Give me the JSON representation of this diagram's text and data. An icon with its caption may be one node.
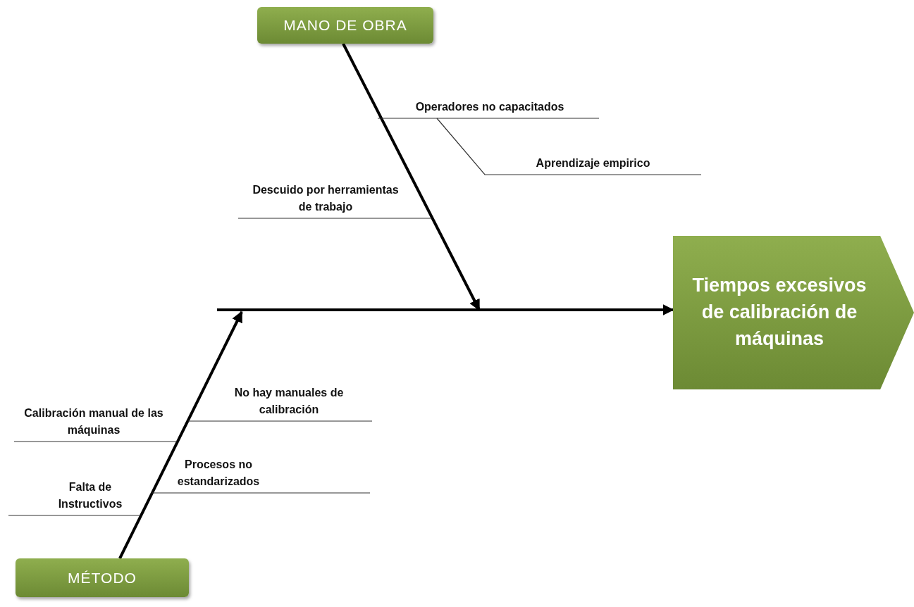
{
  "diagram": {
    "nodes": [
      {
        "text": [
          "MANO DE OBRA"
        ]
      },
      {
        "text": [
          "MÉTODO"
        ]
      },
      {
        "text": [
          "Tiempos excesivos de calibración de máquinas"
        ]
      },
      {
        "text": [
          "Operadores no capacitados"
        ]
      },
      {
        "text": [
          "Aprendizaje empirico"
        ]
      },
      {
        "text": [
          "Descuido por herramientas de trabajo"
        ]
      },
      {
        "text": [
          "No hay manuales de calibración"
        ]
      },
      {
        "text": [
          "Calibración manual de las máquinas"
        ]
      },
      {
        "text": [
          "Procesos no estandarizados"
        ]
      },
      {
        "text": [
          "Falta de Instructivos"
        ]
      }
    ],
    "edges": [
      {
        "from": null,
        "to": 2,
        "arrow": "to",
        "style": "thick"
      },
      {
        "from": 0,
        "to": null,
        "arrow": "to",
        "style": "thick"
      },
      {
        "from": 1,
        "to": null,
        "arrow": "to",
        "style": "thick"
      },
      {
        "from": 3,
        "to": null,
        "arrow": "none"
      },
      {
        "from": 4,
        "to": 3,
        "arrow": "none"
      },
      {
        "from": 5,
        "to": null,
        "arrow": "none"
      },
      {
        "from": 6,
        "to": null,
        "arrow": "none"
      },
      {
        "from": 7,
        "to": null,
        "arrow": "none"
      },
      {
        "from": 8,
        "to": null,
        "arrow": "none"
      },
      {
        "from": 9,
        "to": null,
        "arrow": "none"
      }
    ]
  }
}
